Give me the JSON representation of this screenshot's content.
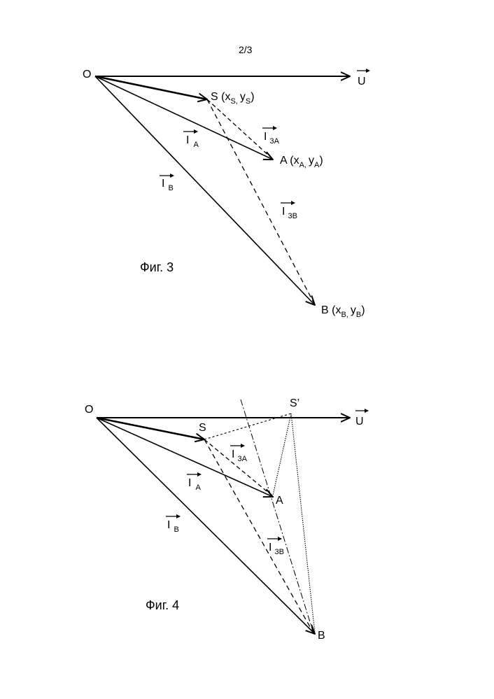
{
  "page_number": "2/3",
  "fig3": {
    "caption": "Фиг. 3",
    "O": "O",
    "U": "U",
    "S": "S (x",
    "S_x_sub": "S,",
    "S_y": "y",
    "S_y_sub": "S",
    "S_close": ")",
    "A": "A (x",
    "A_x_sub": "A,",
    "A_y": "y",
    "A_y_sub": "A",
    "A_close": ")",
    "B": "B (x",
    "B_x_sub": "B,",
    "B_y": "y",
    "B_y_sub": "B",
    "B_close": ")",
    "IA": "I",
    "IA_sub": "A",
    "IB": "I",
    "IB_sub": "B",
    "I3A": "I",
    "I3A_sub": "3A",
    "I3B": "I",
    "I3B_sub": "3B"
  },
  "fig4": {
    "caption": "Фиг. 4",
    "O": "O",
    "U": "U",
    "S": "S",
    "S_prime": "S’",
    "A": "A",
    "B": "B",
    "IA": "I",
    "IA_sub": "A",
    "IB": "I",
    "IB_sub": "B",
    "I3A": "I",
    "I3A_sub": "3A",
    "I3B": "I",
    "I3B_sub": "3B"
  }
}
